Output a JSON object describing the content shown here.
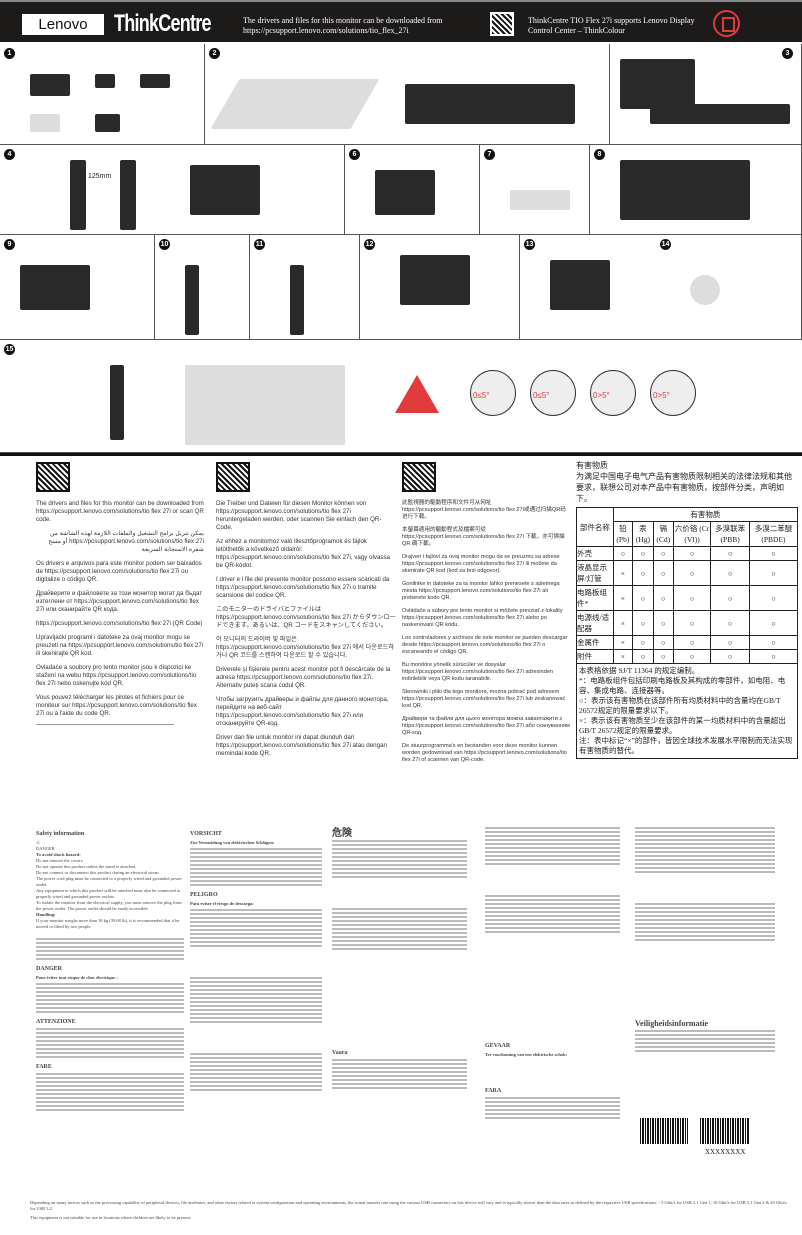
{
  "header": {
    "brand": "Lenovo",
    "product_line": "ThinkCentre",
    "download_text": "The drivers and files for this monitor can be downloaded from https://pcsupport.lenovo.com/solutions/tio_flex_27i",
    "support_text": "ThinkCentre TIO Flex 27i supports Lenovo Display Control Center – ThinkColour"
  },
  "steps": [
    "1",
    "2",
    "3",
    "4",
    "6",
    "7",
    "8",
    "9",
    "10",
    "11",
    "12",
    "13",
    "14",
    "15"
  ],
  "callouts": {
    "height": "125mm",
    "tilt_left": "0≤5°",
    "tilt_right": "0>5°"
  },
  "download": {
    "col1": [
      "The drivers and files for this monitor can be downloaded from https://pcsupport.lenovo.com/solutions/tio flex 27i or scan QR code.",
      "يمكن تنزيل برامج التشغيل والملفات اللازمة لهذه الشاشة من https://pcsupport.lenovo.com/solutions/tio flex 27i أو مسح شفرة الاستجابة السريعة",
      "Os drivers e arquivos para este monitor podem ser baixados de https://pcsupport.lenovo.com/solutions/tio flex 27i ou digitalize o código QR.",
      "Драйверите и файловете за този монитор могат да бъдат изтеглени от https://pcsupport.lenovo.com/solutions/tio flex 27i или сканирайте QR кода.",
      "https://pcsupport.lenovo.com/solutions/tio flex 27i (QR Code)",
      "Upravljački programi i datoteke za ovaj monitor mogu se preuzeti na https://pcsupport.lenovo.com/solutions/tio flex 27i ili skenirajte QR kod.",
      "Ovladače a soubory pro tento monitor jsou k dispozici ke stažení na webu https://pcsupport.lenovo.com/solutions/tio flex 27i nebo oskenujte kód QR.",
      "Vous pouvez télécharger les pilotes et fichiers pour ce moniteur sur https://pcsupport.lenovo.com/solutions/tio flex 27i ou à l'aide du code QR."
    ],
    "col2": [
      "Die Treiber und Dateien für diesen Monitor können von https://pcsupport.lenovo.com/solutions/tio flex 27i heruntergeladen werden, oder scannen Sie einfach den QR-Code.",
      "Az ehhez a monitorhoz való illesztőprogramok és fájlok letölthetők a következő oldalról: https://pcsupport.lenovo.com/solutions/tio flex 27i, vagy olvassa be QR-kódot.",
      "I driver e i file del presente monitor possono essere scaricati da https://pcsupport.lenovo.com/solutions/tio flex 27i o tramite scansione del codice QR.",
      "このモニターのドライバとファイルは https://pcsupport.lenovo.com/solutions/tio flex 27i からダウンロードできます。あるいは、QR コードをスキャンしてください。",
      "이 모니터의 드라이버 및 파일은 https://pcsupport.lenovo.com/solutions/tio flex 27i 에서 다운로드하거나 QR 코드를 스캔하여 다운로드 할 수 있습니다.",
      "Driverele și fișierele pentru acest monitor pot fi descărcate de la adresa https://pcsupport.lenovo.com/solutions/tio flex 27i. Alternativ puteți scana codul QR.",
      "Чтобы загрузить драйверы и файлы для данного монитора, перейдите на веб-сайт https://pcsupport.lenovo.com/solutions/tio flex 27i или отсканируйте QR-код.",
      "Driver dan file untuk monitor ini dapat diunduh dari https://pcsupport.lenovo.com/solutions/tio flex 27i atau dengan memindai kode QR."
    ],
    "col3": [
      "此監視器的驅動程序和文件可从网址 https://pcsupport.lenovo.com/solutions/tio flex 27i或通过扫描QR码进行下载。",
      "本螢幕適用的驅動程式及檔案可從 https://pcsupport.lenovo.com/solutions/tio flex 27i 下載，亦可掃描 QR 碼下載。",
      "Drajveri i fajlovi za ovaj monitor mogu da se preuzmu sa adrese https://pcsupport.lenovo.com/solutions/tio flex 27i ili možete da skenirate QR kod (kod za brzi odgovor).",
      "Gonilnike in datoteke za ta monitor lahko prenesete s spletnega mesta https://pcsupport.lenovo.com/solutions/tio flex 27i ali preberete kodo QR.",
      "Ovládače a súbory pre tento monitor si môžete prevziať z lokality https://pcsupport.lenovo.com/solutions/tio flex 27i alebo po naskenovaní QR kódu.",
      "Los controladores y archivos de este monitor se pueden descargar desde https://pcsupport.lenovo.com/solutions/tio flex 27i o escaneando el código QR.",
      "Bu monitöre yönelik sürücüler ve dosyalar https://pcsupport.lenovo.com/solutions/tio flex 27i adresinden indirilebilir veya QR kodu taranabilir.",
      "Sterowniki i pliki dla tego monitora, można pobrać pod adresem https://pcsupport.lenovo.com/solutions/tio flex 27i lub zeskanować kod QR.",
      "Драйвери та файли для цього монітора можна завантажити з https://pcsupport.lenovo.com/solutions/tio flex 27i або скануванням QR-код.",
      "De stuurprogramma's en bestanden voor deze monitor kunnen worden gedownload van https://pcsupport.lenovo.com/solutions/tio flex 27i of scannen van QR-code."
    ]
  },
  "hazardous": {
    "title": "有害物质",
    "intro": "为满足中国电子电气产品有害物质限制相关的法律法规和其他要求，联想公司对本产品中有害物质，按部件分类，声明如下。",
    "group_header": "有害物质",
    "part_header": "部件名称",
    "columns": [
      "铅 (Pb)",
      "汞 (Hg)",
      "镉 (Cd)",
      "六价铬 (Cr (VI))",
      "多溴联苯 (PBB)",
      "多溴二苯醚 (PBDE)"
    ],
    "rows": [
      {
        "part": "外壳",
        "values": [
          "○",
          "○",
          "○",
          "○",
          "○",
          "○"
        ]
      },
      {
        "part": "液晶显示屏/灯管",
        "values": [
          "×",
          "○",
          "○",
          "○",
          "○",
          "○"
        ]
      },
      {
        "part": "电路板组件*",
        "values": [
          "×",
          "○",
          "○",
          "○",
          "○",
          "○"
        ]
      },
      {
        "part": "电源线/适配器",
        "values": [
          "×",
          "○",
          "○",
          "○",
          "○",
          "○"
        ]
      },
      {
        "part": "金属件",
        "values": [
          "×",
          "○",
          "○",
          "○",
          "○",
          "○"
        ]
      },
      {
        "part": "附件",
        "values": [
          "×",
          "○",
          "○",
          "○",
          "○",
          "○"
        ]
      }
    ],
    "notes": [
      "本表格依据 SJ/T 11364 的规定编制。",
      "*：电路板组件包括印刷电路板及其构成的零部件，如电阻、电容、集成电路、连接器等。",
      "○：表示该有害物质在该部件所有均质材料中的含量均在GB/T 26572规定的限量要求以下。",
      "×：表示该有害物质至少在该部件的某一均质材料中的含量超出GB/T 26572规定的限量要求。",
      "注：表中标记“×”的部件，皆因全球技术发展水平限制而无法实现有害物质的替代。"
    ]
  },
  "safety": {
    "title": "Safety information",
    "danger": "DANGER",
    "shock_heading": "To avoid shock hazard:",
    "items": [
      "Do not remove the covers.",
      "Do not operate this product unless the stand is attached.",
      "Do not connect or disconnect this product during an electrical storm.",
      "The power cord plug must be connected to a properly wired and grounded power outlet.",
      "Any equipment to which this product will be attached must also be connected to properly wired and grounded power outlets.",
      "To isolate the monitor from the electrical supply, you must remove the plug from the power outlet. The power outlet should be easily accessible."
    ],
    "handling": "Handling:",
    "handling_item": "If your monitor weighs more than 18 kg (39.68 lb), it is recommended that it be moved or lifted by two people.",
    "vorsicht": "VORSICHT",
    "vorsicht_heading": "Zur Vermeidung von elektrischen Schlägen:",
    "peligro": "PELIGRO",
    "peligro_heading": "Para evitar el riesgo de descarga:",
    "kiken": "危険",
    "danger_fr": "DANGER",
    "danger_fr_heading": "Pour éviter tout risque de choc électrique :",
    "attenzione": "ATTENZIONE",
    "varo": "Vaara",
    "fare": "FARE",
    "fara": "FARA",
    "gevaar": "GEVAAR",
    "gevaar_heading": "Ter voorkoming van een elektrische schok:",
    "veiligheid": "Veiligheidsinformatie"
  },
  "barcode_label": "XXXXXXXX",
  "footnotes": [
    "Depending on many factors such as the processing capability of peripheral devices, file attributes, and other factors related to system configuration and operating environments, the actual transfer rate using the various USB connectors on this device will vary and is typically slower than the data rates as defined by the respective USB specifications: - 5 Gbit/s for USB 3.1 Gen 1; 10 Gbit/s for USB 3.1 Gen 2 & 20 Gbit/s for USB 3.2.",
    "This equipment is not suitable for use in locations where children are likely to be present."
  ]
}
